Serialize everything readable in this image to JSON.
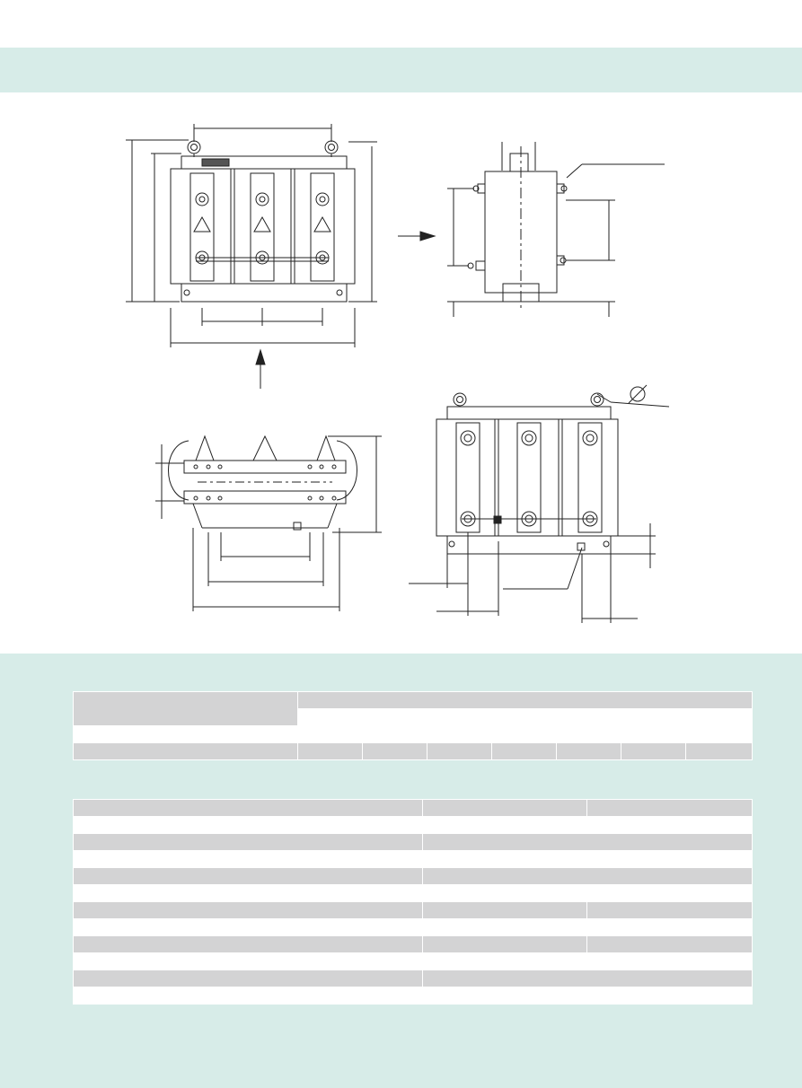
{
  "colors": {
    "band": "#d7ece8",
    "table_dark_row": "#d3d3d4",
    "table_light_row": "#ffffff",
    "line": "#222222"
  },
  "drawing": {
    "views": [
      "front-view",
      "side-view",
      "top-view",
      "back-view"
    ],
    "diameter_symbol": "ϕ"
  },
  "table1": {
    "column_count": 8,
    "rows": [
      [
        "",
        ""
      ],
      [
        "",
        "",
        "",
        "",
        "",
        "",
        ""
      ],
      [
        "",
        "",
        "",
        "",
        "",
        "",
        "",
        ""
      ],
      [
        "",
        "",
        "",
        "",
        "",
        "",
        "",
        ""
      ]
    ]
  },
  "table2": {
    "rows": [
      {
        "style": "dark",
        "cells": [
          "",
          "",
          ""
        ]
      },
      {
        "style": "light",
        "cells": [
          "",
          "",
          ""
        ]
      },
      {
        "style": "dark",
        "cells": [
          "",
          ""
        ]
      },
      {
        "style": "light",
        "cells": [
          "",
          ""
        ]
      },
      {
        "style": "dark",
        "cells": [
          "",
          ""
        ]
      },
      {
        "style": "light",
        "cells": [
          "",
          ""
        ]
      },
      {
        "style": "dark",
        "cells": [
          "",
          "",
          ""
        ]
      },
      {
        "style": "light",
        "cells": [
          "",
          "",
          ""
        ]
      },
      {
        "style": "dark",
        "cells": [
          "",
          "",
          ""
        ]
      },
      {
        "style": "light",
        "cells": [
          "",
          "",
          ""
        ]
      },
      {
        "style": "dark",
        "cells": [
          "",
          ""
        ]
      },
      {
        "style": "light",
        "cells": [
          "",
          "",
          ""
        ]
      }
    ]
  }
}
